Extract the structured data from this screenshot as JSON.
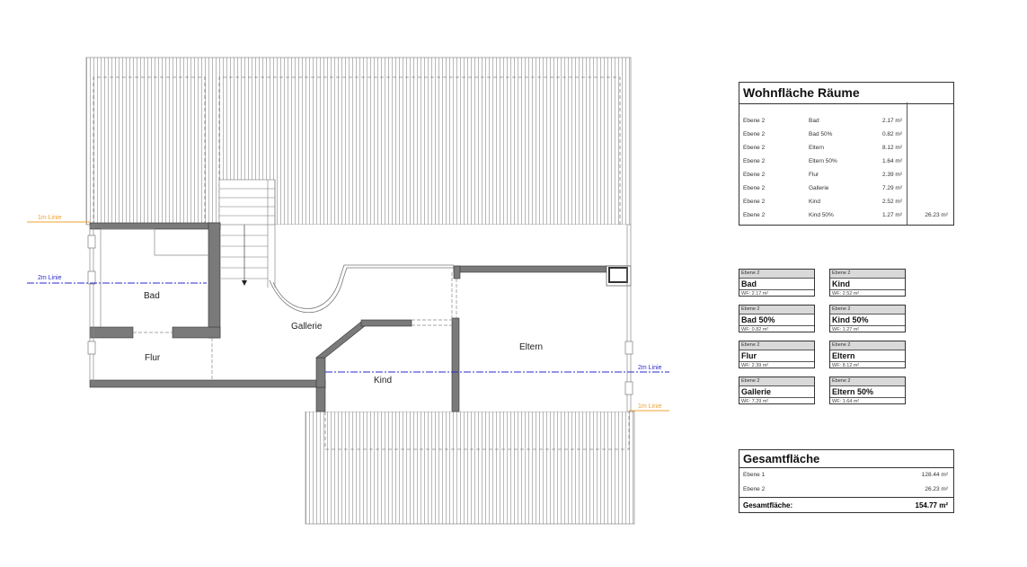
{
  "plan": {
    "rooms": [
      {
        "name": "Bad"
      },
      {
        "name": "Gallerie"
      },
      {
        "name": "Flur"
      },
      {
        "name": "Kind"
      },
      {
        "name": "Eltern"
      }
    ],
    "lines": {
      "one_m": "1m Linie",
      "two_m": "2m Linie",
      "one_m_color": "#f0a030",
      "two_m_color": "#2a2ad0"
    },
    "colors": {
      "wall": "#7a7a7a",
      "roof": "#8a8a8a"
    }
  },
  "area_table": {
    "title": "Wohnfläche Räume",
    "rows": [
      {
        "level": "Ebene 2",
        "room": "Bad",
        "area": "2.17 m²",
        "total": ""
      },
      {
        "level": "Ebene 2",
        "room": "Bad 50%",
        "area": "0.82 m²",
        "total": ""
      },
      {
        "level": "Ebene 2",
        "room": "Eltern",
        "area": "8.12 m²",
        "total": ""
      },
      {
        "level": "Ebene 2",
        "room": "Eltern 50%",
        "area": "1.64 m²",
        "total": ""
      },
      {
        "level": "Ebene 2",
        "room": "Flur",
        "area": "2.39 m²",
        "total": ""
      },
      {
        "level": "Ebene 2",
        "room": "Gallerie",
        "area": "7.29 m²",
        "total": ""
      },
      {
        "level": "Ebene 2",
        "room": "Kind",
        "area": "2.52 m²",
        "total": ""
      },
      {
        "level": "Ebene 2",
        "room": "Kind 50%",
        "area": "1.27 m²",
        "total": "26.23 m²"
      }
    ]
  },
  "stamps": [
    {
      "level": "Ebene 2",
      "name": "Bad",
      "wf": "WF: 2.17 m²"
    },
    {
      "level": "Ebene 2",
      "name": "Kind",
      "wf": "WF: 2.52 m²"
    },
    {
      "level": "Ebene 2",
      "name": "Bad 50%",
      "wf": "WF: 0.82 m²"
    },
    {
      "level": "Ebene 2",
      "name": "Kind 50%",
      "wf": "WF: 1.27 m²"
    },
    {
      "level": "Ebene 2",
      "name": "Flur",
      "wf": "WF: 2.39 m²"
    },
    {
      "level": "Ebene 2",
      "name": "Eltern",
      "wf": "WF: 8.12 m²"
    },
    {
      "level": "Ebene 2",
      "name": "Gallerie",
      "wf": "WF: 7.29 m²"
    },
    {
      "level": "Ebene 2",
      "name": "Eltern 50%",
      "wf": "WF: 1.64 m²"
    }
  ],
  "total_table": {
    "title": "Gesamtfläche",
    "rows": [
      {
        "label": "Ebene 1",
        "value": "128.44 m²"
      },
      {
        "label": "Ebene 2",
        "value": "26.23 m²"
      }
    ],
    "sum_label": "Gesamtfläche:",
    "sum_value": "154.77 m²"
  }
}
